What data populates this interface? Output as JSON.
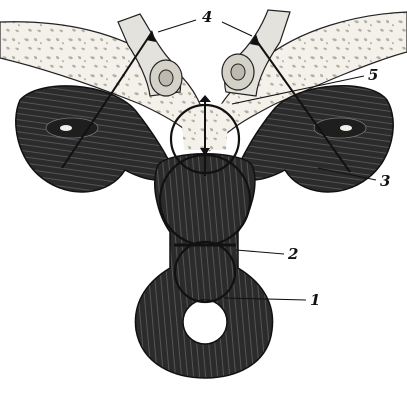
{
  "labels": {
    "l1": "1",
    "l2": "2",
    "l3": "3",
    "l4": "4",
    "l5": "5"
  },
  "colors": {
    "muscle": "#2a2a2a",
    "fiber": "#6a6a6a",
    "tissue": "#f1efe8",
    "tissue_speckle": "#b9b5aa",
    "cut_end": "#e6e4de",
    "line": "#111111"
  }
}
